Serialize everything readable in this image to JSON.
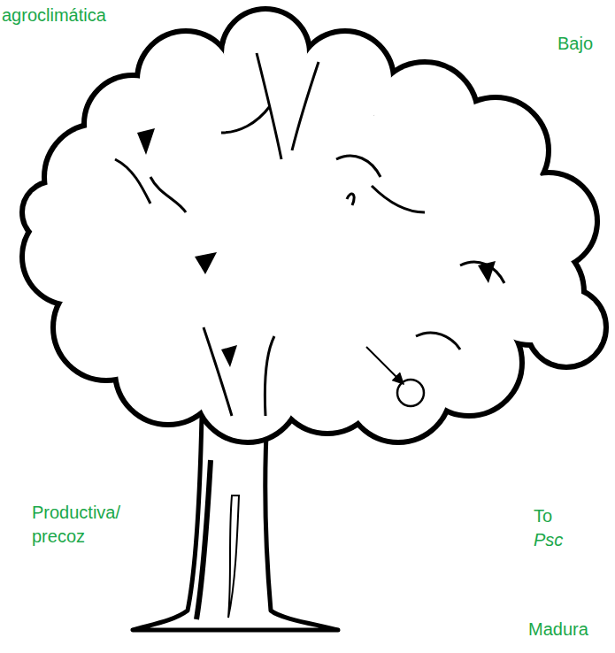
{
  "diagram": {
    "labels": [
      "agroclimática",
      "Bajo",
      "To",
      "Psc",
      "Productiva/ precoz",
      "Madura"
    ]
  }
}
